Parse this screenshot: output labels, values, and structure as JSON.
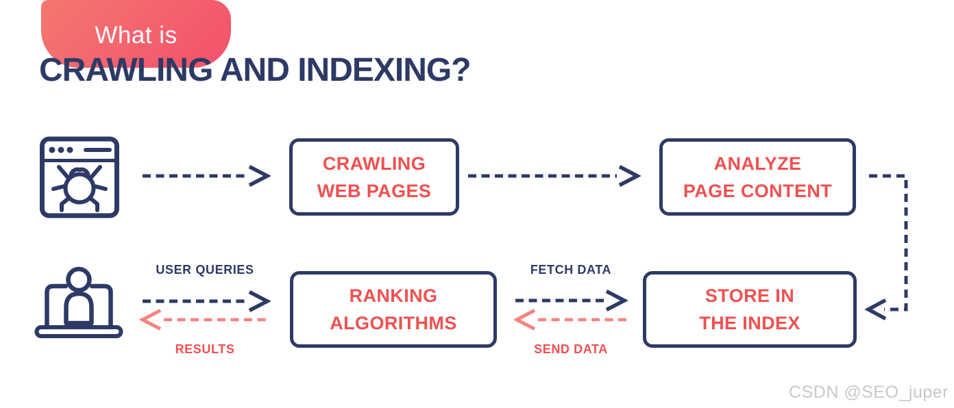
{
  "colors": {
    "navy": "#2d3a66",
    "red": "#f05050",
    "coral": "#f6837f",
    "badge-start": "#f3786f",
    "badge-end": "#f4506c",
    "watermark-gray": "#c8c8c8"
  },
  "header": {
    "badge_label": "What is",
    "title": "CRAWLING AND INDEXING?"
  },
  "flow": {
    "boxes": {
      "crawling": {
        "line1": "CRAWLING",
        "line2": "WEB PAGES"
      },
      "analyze": {
        "line1": "ANALYZE",
        "line2": "PAGE CONTENT"
      },
      "ranking": {
        "line1": "RANKING",
        "line2": "ALGORITHMS"
      },
      "store": {
        "line1": "STORE IN",
        "line2": "THE INDEX"
      }
    },
    "arrow_labels": {
      "user_queries": "USER QUERIES",
      "results": "RESULTS",
      "fetch_data": "FETCH DATA",
      "send_data": "SEND DATA"
    },
    "icons": {
      "crawler": "browser-with-bug-icon",
      "user": "laptop-with-person-icon"
    }
  },
  "watermark": "CSDN @SEO_juper"
}
